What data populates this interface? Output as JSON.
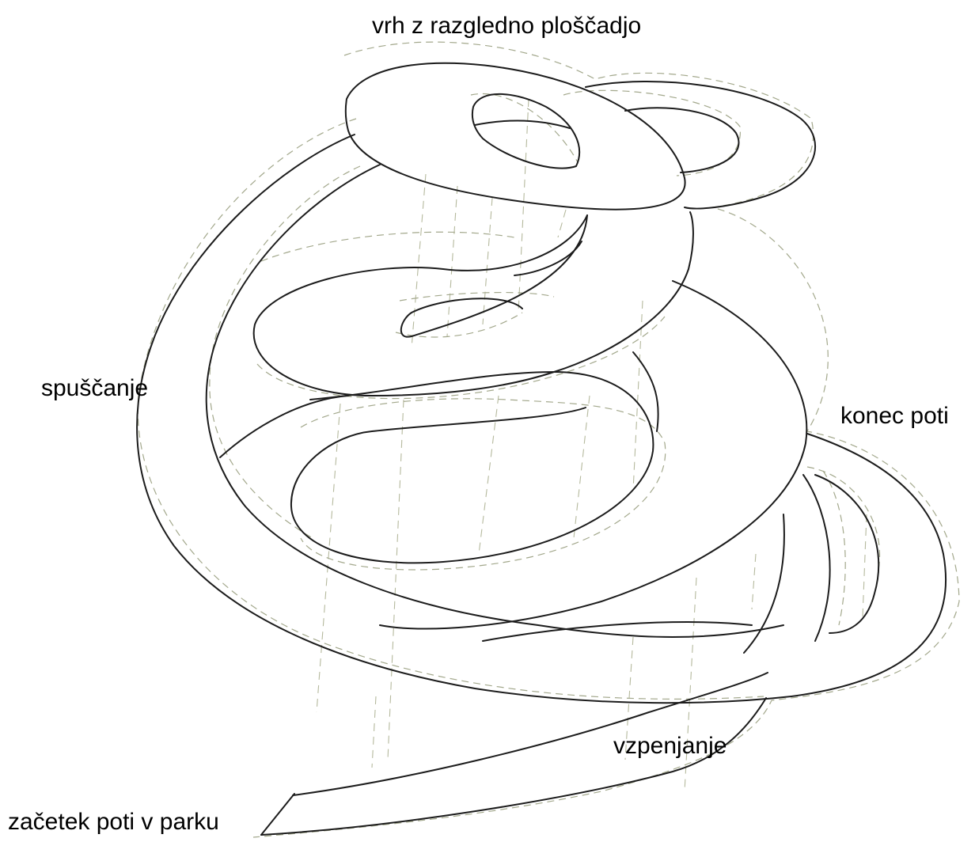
{
  "labels": {
    "summit": "vrh z razgledno ploščadjo",
    "descent": "spuščanje",
    "path_end": "konec poti",
    "ascent": "vzpenjanje",
    "path_start": "začetek poti v parku"
  },
  "colors": {
    "outline": "#1c1c1c",
    "guide_dashed": "#a3a88c",
    "background": "#ffffff",
    "text": "#000000"
  }
}
